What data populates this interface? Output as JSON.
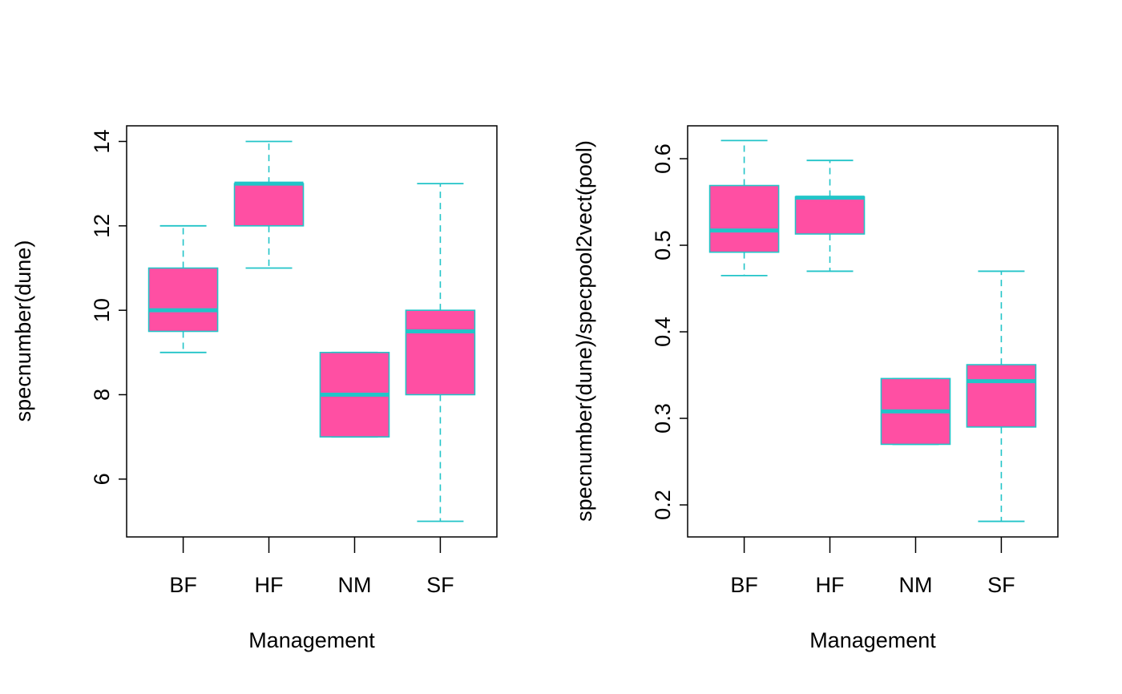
{
  "colors": {
    "box_fill": "#FF4FA3",
    "box_border": "#22C4C8",
    "axes": "#000000",
    "background": "#FFFFFF"
  },
  "chart_data": [
    {
      "type": "boxplot",
      "xlabel": "Management",
      "ylabel": "specnumber(dune)",
      "categories": [
        "BF",
        "HF",
        "NM",
        "SF"
      ],
      "ylim": [
        4.63,
        14.37
      ],
      "yticks": [
        6,
        8,
        10,
        12,
        14
      ],
      "yticklabels": [
        "6",
        "8",
        "10",
        "12",
        "14"
      ],
      "boxes": [
        {
          "category": "BF",
          "whisker_low": 9,
          "q1": 9.5,
          "median": 10,
          "q3": 11,
          "whisker_high": 12
        },
        {
          "category": "HF",
          "whisker_low": 11,
          "q1": 12,
          "median": 13,
          "q3": 13,
          "whisker_high": 14
        },
        {
          "category": "NM",
          "whisker_low": 7,
          "q1": 7,
          "median": 8,
          "q3": 9,
          "whisker_high": 9
        },
        {
          "category": "SF",
          "whisker_low": 5,
          "q1": 8,
          "median": 9.5,
          "q3": 10,
          "whisker_high": 13
        }
      ]
    },
    {
      "type": "boxplot",
      "xlabel": "Management",
      "ylabel": "specnumber(dune)/specpool2vect(pool)",
      "categories": [
        "BF",
        "HF",
        "NM",
        "SF"
      ],
      "ylim": [
        0.163,
        0.638
      ],
      "yticks": [
        0.2,
        0.3,
        0.4,
        0.5,
        0.6
      ],
      "yticklabels": [
        "0.2",
        "0.3",
        "0.4",
        "0.5",
        "0.6"
      ],
      "boxes": [
        {
          "category": "BF",
          "whisker_low": 0.465,
          "q1": 0.492,
          "median": 0.517,
          "q3": 0.569,
          "whisker_high": 0.621
        },
        {
          "category": "HF",
          "whisker_low": 0.47,
          "q1": 0.513,
          "median": 0.555,
          "q3": 0.556,
          "whisker_high": 0.598
        },
        {
          "category": "NM",
          "whisker_low": 0.27,
          "q1": 0.27,
          "median": 0.308,
          "q3": 0.346,
          "whisker_high": 0.346
        },
        {
          "category": "SF",
          "whisker_low": 0.181,
          "q1": 0.29,
          "median": 0.343,
          "q3": 0.362,
          "whisker_high": 0.47
        }
      ]
    }
  ]
}
